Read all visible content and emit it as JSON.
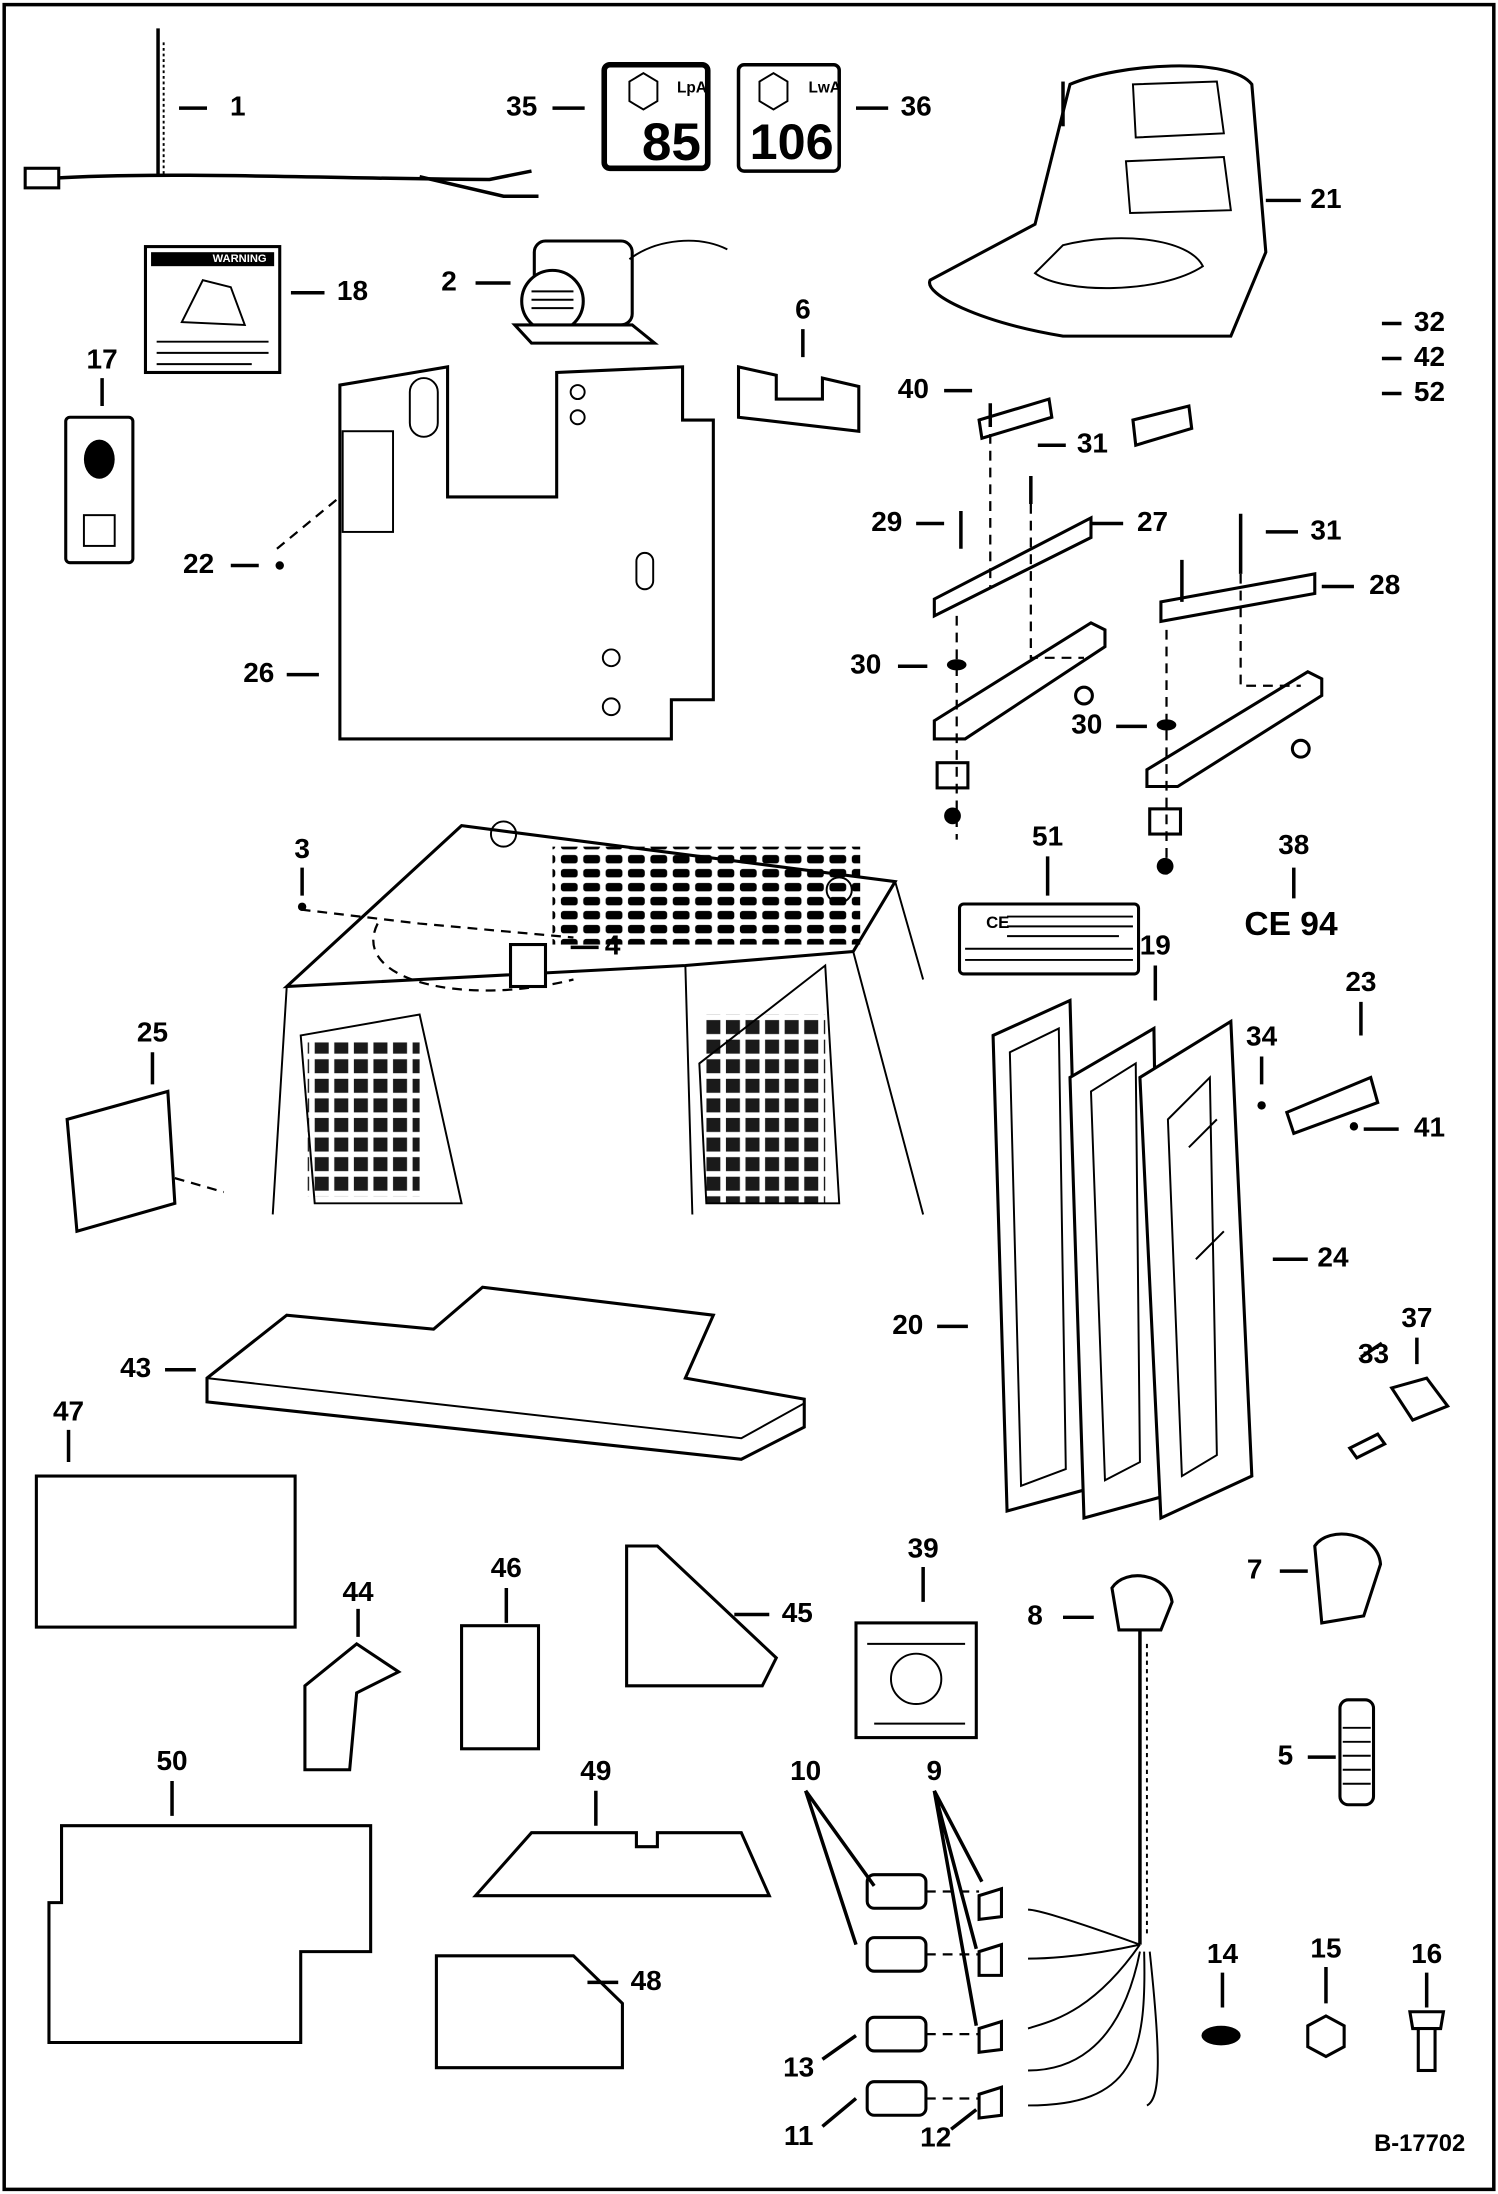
{
  "drawing_number": "B-17702",
  "callouts": [
    "1",
    "35",
    "36",
    "21",
    "18",
    "2",
    "6",
    "17",
    "32",
    "42",
    "52",
    "40",
    "31",
    "29",
    "27",
    "31",
    "22",
    "28",
    "30",
    "26",
    "30",
    "3",
    "51",
    "38",
    "4",
    "19",
    "25",
    "23",
    "34",
    "41",
    "24",
    "20",
    "37",
    "43",
    "33",
    "47",
    "39",
    "7",
    "44",
    "46",
    "45",
    "8",
    "5",
    "50",
    "10",
    "9",
    "49",
    "14",
    "15",
    "16",
    "48",
    "13",
    "11",
    "12"
  ],
  "ce_mark_text": "CE 94",
  "decals": {
    "sound_power_85": {
      "unit": "LpA",
      "value": "85"
    },
    "sound_power_106": {
      "unit": "LwA",
      "value": "106"
    },
    "warning_header": "WARNING",
    "serial_plate": "CE"
  }
}
